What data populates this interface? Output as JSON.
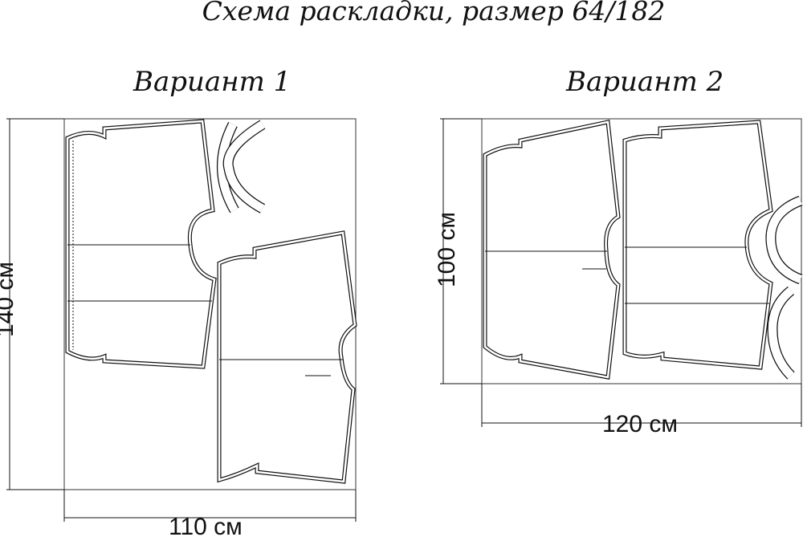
{
  "title": "Схема раскладки, размер 64/182",
  "variants": [
    {
      "label": "Вариант 1",
      "height": "140 см",
      "width": "110 см"
    },
    {
      "label": "Вариант 2",
      "height": "100 см",
      "width": "120 см"
    }
  ]
}
